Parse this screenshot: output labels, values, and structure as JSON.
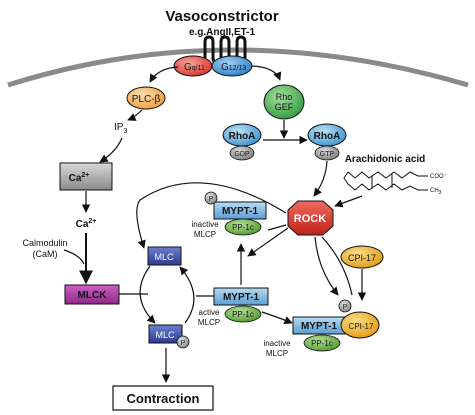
{
  "header": {
    "title": "Vasoconstrictor",
    "subtitle": "e.g.AngII,ET-1"
  },
  "receptor": {
    "gq_main": "G",
    "gq_sub": "q/11",
    "g12_main": "G",
    "g12_sub": "12/13"
  },
  "nodes": {
    "plc_beta": "PLC-β",
    "ip3_main": "IP",
    "ip3_sub": "3",
    "rho_gef_line1": "Rho",
    "rho_gef_line2": "GEF",
    "rhoa_gdp_label": "RhoA",
    "gdp_label": "GDP",
    "rhoa_gtp_label": "RhoA",
    "gtp_label": "GTP",
    "ca_store_main": "Ca",
    "ca_store_sup": "2+",
    "ca_free_main": "Ca",
    "ca_free_sup": "2+",
    "calmodulin_line1": "Calmodulin",
    "calmodulin_line2": "(CaM)",
    "mlck": "MLCK",
    "mlc_top": "MLC",
    "mlc_bottom": "MLC",
    "p_badge_mlc": "P",
    "rock": "ROCK",
    "arachidonic_acid": "Arachidonic acid",
    "coo_label": "COO⁻",
    "ch3_label": "CH",
    "ch3_sub": "3",
    "cpi17": "CPI-17",
    "cpi17_bound": "CPI-17",
    "p_badge_cpi": "P",
    "contraction": "Contraction"
  },
  "mlcp_top": {
    "p_badge": "P",
    "mypt": "MYPT-1",
    "pp1c": "PP-1c",
    "state_line1": "inactive",
    "state_line2": "MLCP"
  },
  "mlcp_active": {
    "mypt": "MYPT-1",
    "pp1c": "PP-1c",
    "state_line1": "active",
    "state_line2": "MLCP"
  },
  "mlcp_bottom": {
    "mypt": "MYPT-1",
    "pp1c": "PP-1c",
    "state_line1": "inactive",
    "state_line2": "MLCP"
  },
  "colors": {
    "gq": "#e8413a",
    "g12": "#2f8fd8",
    "plc": "#f7a24a",
    "rho_gef": "#3aa84a",
    "rhoa": "#3a9fd8",
    "gdp_gtp": "#8a8a8a",
    "ca_box": "#9a9a9a",
    "mlck": "#a83aa0",
    "mlc": "#3b4fa8",
    "rock": "#e0342e",
    "cpi17": "#f2b020",
    "mypt": "#6fb0e0",
    "pp1c": "#5fa83a",
    "membrane": "#8a8a8a"
  }
}
